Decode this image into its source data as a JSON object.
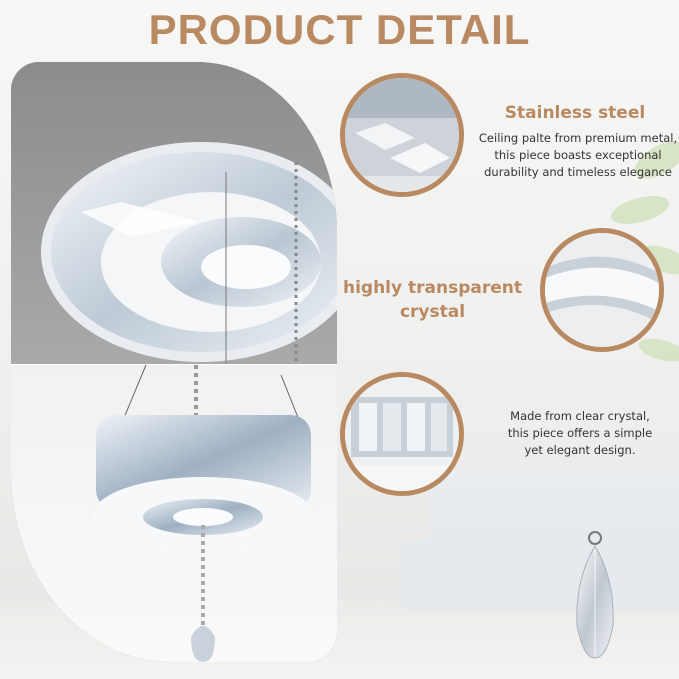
{
  "header": {
    "title": "PRODUCT DETAIL"
  },
  "features": [
    {
      "heading": "Stainless steel",
      "description": "Ceiling palte from premium metal, this piece boasts exceptional durability and timeless elegance"
    },
    {
      "heading": "highly transparent crystal",
      "description": ""
    },
    {
      "heading": "",
      "description": "Made from clear crystal, this piece offers a simple yet elegant design."
    }
  ],
  "colors": {
    "accent": "#b98a62",
    "frame": "#b07e56",
    "text": "#333333"
  },
  "icons": [
    "chandelier-photo",
    "ceiling-plate-detail",
    "crystal-ring-detail",
    "crystal-closeup-detail",
    "crystal-drop-pendant"
  ]
}
